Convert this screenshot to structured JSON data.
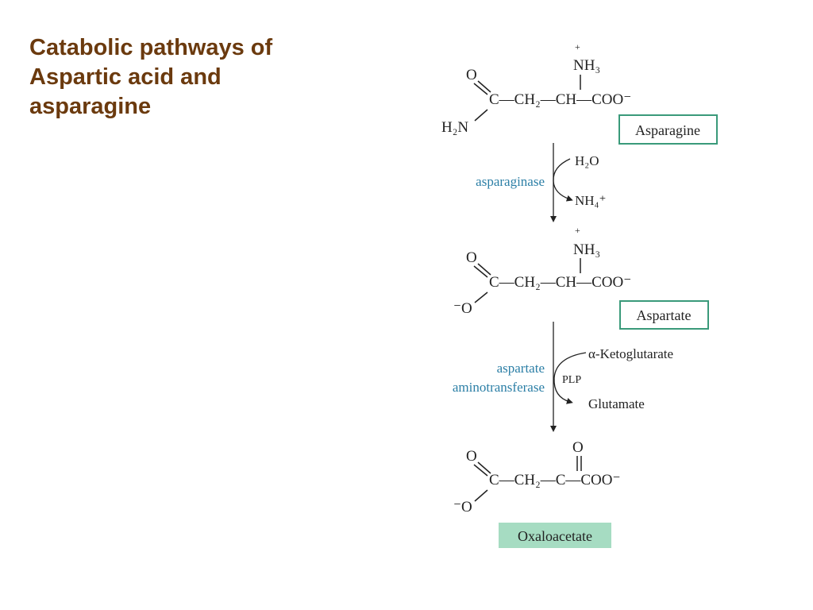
{
  "title": {
    "lines": [
      "Catabolic pathways of",
      "Aspartic acid and",
      "asparagine"
    ]
  },
  "colors": {
    "title": "#6b3a0e",
    "enzyme": "#2c7fa6",
    "box_border": "#3a9a7a",
    "product_fill": "#a6dcc2",
    "ink": "#222222"
  },
  "compounds": {
    "asparagine": "Asparagine",
    "aspartate": "Aspartate",
    "oxaloacetate": "Oxaloacetate"
  },
  "step1": {
    "enzyme": "asparaginase",
    "substrate_in": "H₂O",
    "product_out": "NH₄⁺"
  },
  "step2": {
    "enzyme_line1": "aspartate",
    "enzyme_line2": "aminotransferase",
    "cofactor": "PLP",
    "substrate_in": "α-Ketoglutarate",
    "product_out": "Glutamate"
  },
  "structures": {
    "asparagine": {
      "o": "O",
      "chain": "C—CH₂—CH—COO⁻",
      "amine_top": "NH₃",
      "amine_charge": "+",
      "left_group": "H₂N"
    },
    "aspartate": {
      "o": "O",
      "chain": "C—CH₂—CH—COO⁻",
      "amine_top": "NH₃",
      "amine_charge": "+",
      "left_group": "⁻O"
    },
    "oxaloacetate": {
      "o": "O",
      "chain": "C—CH₂—C—COO⁻",
      "keto_o": "O",
      "left_group": "⁻O"
    }
  }
}
